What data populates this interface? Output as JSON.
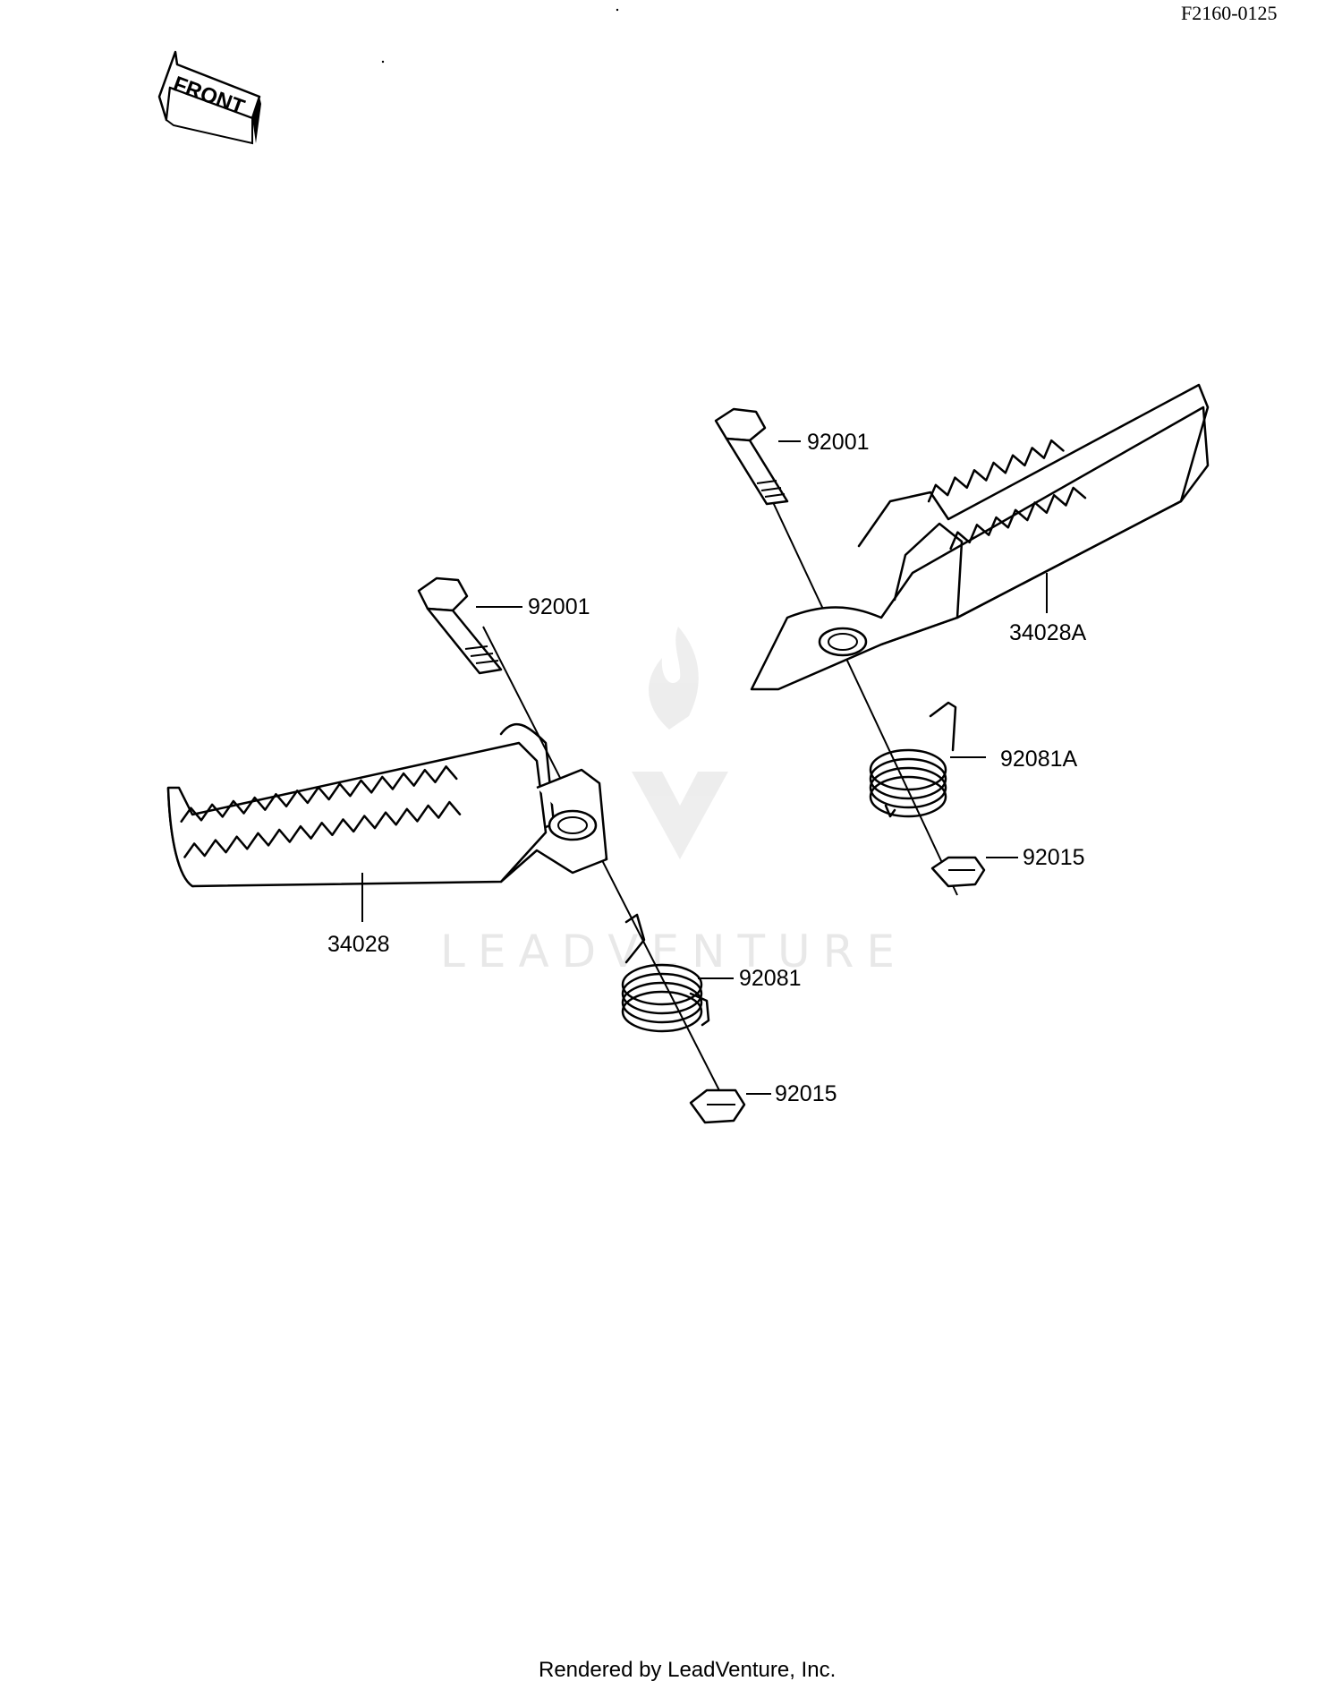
{
  "drawing_code": "F2160-0125",
  "front_arrow_label": "FRONT",
  "watermark": "LEADVENTURE",
  "footer": "Rendered by LeadVenture, Inc.",
  "callouts": {
    "left_bolt": "92001",
    "left_footpeg": "34028",
    "left_spring": "92081",
    "left_nut": "92015",
    "right_bolt": "92001",
    "right_footpeg": "34028A",
    "right_spring": "92081A",
    "right_nut": "92015"
  },
  "colors": {
    "line": "#000000",
    "background": "#ffffff",
    "watermark": "#e6e6e6"
  }
}
